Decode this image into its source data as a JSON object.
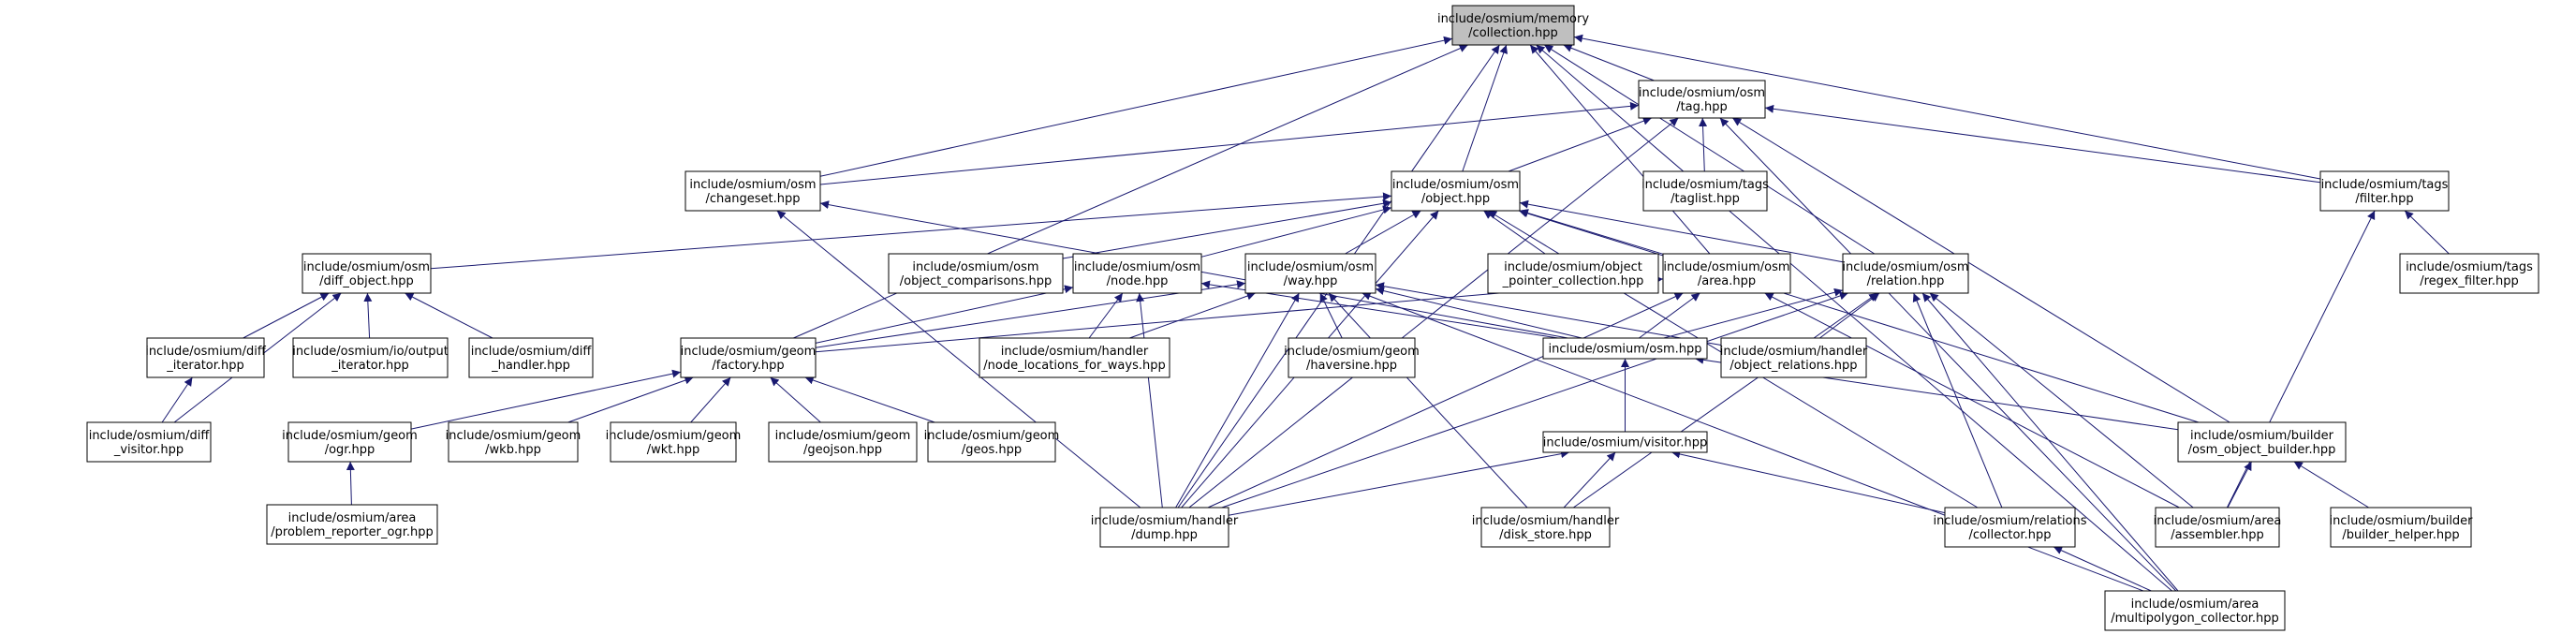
{
  "nodes": [
    {
      "id": "collection",
      "lines": [
        "include/osmium/memory",
        "/collection.hpp"
      ],
      "highlighted": true
    },
    {
      "id": "tag",
      "lines": [
        "include/osmium/osm",
        "/tag.hpp"
      ]
    },
    {
      "id": "changeset",
      "lines": [
        "include/osmium/osm",
        "/changeset.hpp"
      ]
    },
    {
      "id": "object",
      "lines": [
        "include/osmium/osm",
        "/object.hpp"
      ]
    },
    {
      "id": "taglist",
      "lines": [
        "include/osmium/tags",
        "/taglist.hpp"
      ]
    },
    {
      "id": "tags_filter",
      "lines": [
        "include/osmium/tags",
        "/filter.hpp"
      ]
    },
    {
      "id": "diff_object",
      "lines": [
        "include/osmium/osm",
        "/diff_object.hpp"
      ]
    },
    {
      "id": "object_comparisons",
      "lines": [
        "include/osmium/osm",
        "/object_comparisons.hpp"
      ]
    },
    {
      "id": "node",
      "lines": [
        "include/osmium/osm",
        "/node.hpp"
      ]
    },
    {
      "id": "way",
      "lines": [
        "include/osmium/osm",
        "/way.hpp"
      ]
    },
    {
      "id": "object_pointer_collection",
      "lines": [
        "include/osmium/object",
        "_pointer_collection.hpp"
      ]
    },
    {
      "id": "area",
      "lines": [
        "include/osmium/osm",
        "/area.hpp"
      ]
    },
    {
      "id": "relation",
      "lines": [
        "include/osmium/osm",
        "/relation.hpp"
      ]
    },
    {
      "id": "regex_filter",
      "lines": [
        "include/osmium/tags",
        "/regex_filter.hpp"
      ]
    },
    {
      "id": "diff_iterator",
      "lines": [
        "include/osmium/diff",
        "_iterator.hpp"
      ]
    },
    {
      "id": "output_iterator",
      "lines": [
        "include/osmium/io/output",
        "_iterator.hpp"
      ]
    },
    {
      "id": "diff_handler",
      "lines": [
        "include/osmium/diff",
        "_handler.hpp"
      ]
    },
    {
      "id": "geom_factory",
      "lines": [
        "include/osmium/geom",
        "/factory.hpp"
      ]
    },
    {
      "id": "node_locations",
      "lines": [
        "include/osmium/handler",
        "/node_locations_for_ways.hpp"
      ]
    },
    {
      "id": "haversine",
      "lines": [
        "include/osmium/geom",
        "/haversine.hpp"
      ]
    },
    {
      "id": "osm_hpp",
      "lines": [
        "include/osmium/osm.hpp"
      ]
    },
    {
      "id": "object_relations",
      "lines": [
        "include/osmium/handler",
        "/object_relations.hpp"
      ]
    },
    {
      "id": "diff_visitor",
      "lines": [
        "include/osmium/diff",
        "_visitor.hpp"
      ]
    },
    {
      "id": "geom_ogr",
      "lines": [
        "include/osmium/geom",
        "/ogr.hpp"
      ]
    },
    {
      "id": "geom_wkb",
      "lines": [
        "include/osmium/geom",
        "/wkb.hpp"
      ]
    },
    {
      "id": "geom_wkt",
      "lines": [
        "include/osmium/geom",
        "/wkt.hpp"
      ]
    },
    {
      "id": "geom_geojson",
      "lines": [
        "include/osmium/geom",
        "/geojson.hpp"
      ]
    },
    {
      "id": "geom_geos",
      "lines": [
        "include/osmium/geom",
        "/geos.hpp"
      ]
    },
    {
      "id": "visitor",
      "lines": [
        "include/osmium/visitor.hpp"
      ]
    },
    {
      "id": "osm_object_builder",
      "lines": [
        "include/osmium/builder",
        "/osm_object_builder.hpp"
      ]
    },
    {
      "id": "problem_reporter_ogr",
      "lines": [
        "include/osmium/area",
        "/problem_reporter_ogr.hpp"
      ]
    },
    {
      "id": "dump",
      "lines": [
        "include/osmium/handler",
        "/dump.hpp"
      ]
    },
    {
      "id": "disk_store",
      "lines": [
        "include/osmium/handler",
        "/disk_store.hpp"
      ]
    },
    {
      "id": "relations_collector",
      "lines": [
        "include/osmium/relations",
        "/collector.hpp"
      ]
    },
    {
      "id": "assembler",
      "lines": [
        "include/osmium/area",
        "/assembler.hpp"
      ]
    },
    {
      "id": "builder_helper",
      "lines": [
        "include/osmium/builder",
        "/builder_helper.hpp"
      ]
    },
    {
      "id": "multipolygon_collector",
      "lines": [
        "include/osmium/area",
        "/multipolygon_collector.hpp"
      ]
    }
  ],
  "edges": [
    [
      "tag",
      "collection"
    ],
    [
      "changeset",
      "collection"
    ],
    [
      "object",
      "collection"
    ],
    [
      "area",
      "collection"
    ],
    [
      "relation",
      "collection"
    ],
    [
      "tags_filter",
      "collection"
    ],
    [
      "geom_factory",
      "collection"
    ],
    [
      "dump",
      "collection"
    ],
    [
      "multipolygon_collector",
      "collection"
    ],
    [
      "changeset",
      "tag"
    ],
    [
      "object",
      "tag"
    ],
    [
      "taglist",
      "tag"
    ],
    [
      "tags_filter",
      "tag"
    ],
    [
      "osm_object_builder",
      "tag"
    ],
    [
      "dump",
      "tag"
    ],
    [
      "multipolygon_collector",
      "tag"
    ],
    [
      "dump",
      "changeset"
    ],
    [
      "osm_hpp",
      "changeset"
    ],
    [
      "diff_object",
      "object"
    ],
    [
      "object_comparisons",
      "object"
    ],
    [
      "node",
      "object"
    ],
    [
      "way",
      "object"
    ],
    [
      "object_pointer_collection",
      "object"
    ],
    [
      "area",
      "object"
    ],
    [
      "relation",
      "object"
    ],
    [
      "dump",
      "object"
    ],
    [
      "osm_object_builder",
      "object"
    ],
    [
      "relations_collector",
      "object"
    ],
    [
      "regex_filter",
      "tags_filter"
    ],
    [
      "assembler",
      "tags_filter"
    ],
    [
      "diff_iterator",
      "diff_object"
    ],
    [
      "output_iterator",
      "diff_object"
    ],
    [
      "diff_handler",
      "diff_object"
    ],
    [
      "diff_visitor",
      "diff_object"
    ],
    [
      "geom_factory",
      "node"
    ],
    [
      "node_locations",
      "node"
    ],
    [
      "osm_hpp",
      "node"
    ],
    [
      "dump",
      "node"
    ],
    [
      "geom_factory",
      "way"
    ],
    [
      "node_locations",
      "way"
    ],
    [
      "haversine",
      "way"
    ],
    [
      "osm_hpp",
      "way"
    ],
    [
      "object_relations",
      "way"
    ],
    [
      "dump",
      "way"
    ],
    [
      "disk_store",
      "way"
    ],
    [
      "multipolygon_collector",
      "way"
    ],
    [
      "geom_factory",
      "area"
    ],
    [
      "osm_hpp",
      "area"
    ],
    [
      "assembler",
      "area"
    ],
    [
      "dump",
      "area"
    ],
    [
      "osm_hpp",
      "relation"
    ],
    [
      "object_relations",
      "relation"
    ],
    [
      "relations_collector",
      "relation"
    ],
    [
      "assembler",
      "relation"
    ],
    [
      "dump",
      "relation"
    ],
    [
      "disk_store",
      "relation"
    ],
    [
      "multipolygon_collector",
      "relation"
    ],
    [
      "diff_visitor",
      "diff_iterator"
    ],
    [
      "geom_ogr",
      "geom_factory"
    ],
    [
      "geom_wkb",
      "geom_factory"
    ],
    [
      "geom_wkt",
      "geom_factory"
    ],
    [
      "geom_geojson",
      "geom_factory"
    ],
    [
      "geom_geos",
      "geom_factory"
    ],
    [
      "visitor",
      "osm_hpp"
    ],
    [
      "osm_object_builder",
      "osm_hpp"
    ],
    [
      "problem_reporter_ogr",
      "geom_ogr"
    ],
    [
      "dump",
      "visitor"
    ],
    [
      "disk_store",
      "visitor"
    ],
    [
      "relations_collector",
      "visitor"
    ],
    [
      "assembler",
      "osm_object_builder"
    ],
    [
      "builder_helper",
      "osm_object_builder"
    ],
    [
      "multipolygon_collector",
      "relations_collector"
    ]
  ],
  "colors": {
    "edge": "#191970",
    "node_border": "#000000",
    "node_fill": "#ffffff",
    "highlight_fill": "#bfbfbf"
  }
}
